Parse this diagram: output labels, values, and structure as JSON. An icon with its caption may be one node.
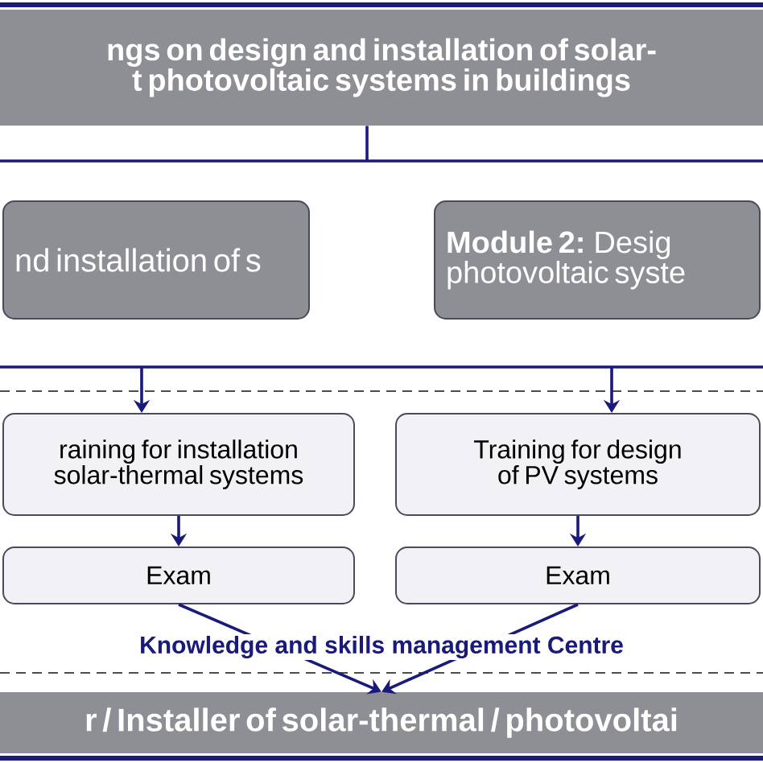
{
  "diagram": {
    "nodes": [
      {
        "text": [
          "ngs on design and installation of solar-t photovoltaic systems in buildings"
        ]
      },
      {
        "text": [
          "nd installation of s"
        ]
      },
      {
        "text": [
          "**Module 2:** Desig photovoltaic syste"
        ]
      },
      {
        "text": [
          "raining for installation solar-thermal systems"
        ]
      },
      {
        "text": [
          "Training for design of PV systems"
        ]
      },
      {
        "text": [
          "Exam"
        ]
      },
      {
        "text": [
          "Exam"
        ]
      },
      {
        "text": [
          "r / Installer of solar-thermal / photovoltai"
        ]
      }
    ],
    "edges": [
      {
        "from": 0,
        "to": null,
        "arrow": "none"
      },
      {
        "from": null,
        "to": 3,
        "arrow": "to"
      },
      {
        "from": null,
        "to": 4,
        "arrow": "to"
      },
      {
        "from": 3,
        "to": 5,
        "arrow": "to"
      },
      {
        "from": 4,
        "to": 6,
        "arrow": "to"
      },
      {
        "from": 5,
        "to": 7,
        "arrow": "to"
      },
      {
        "from": 6,
        "to": 7,
        "arrow": "to"
      }
    ],
    "labels": [
      "Knowledge and skills management Centre"
    ]
  }
}
